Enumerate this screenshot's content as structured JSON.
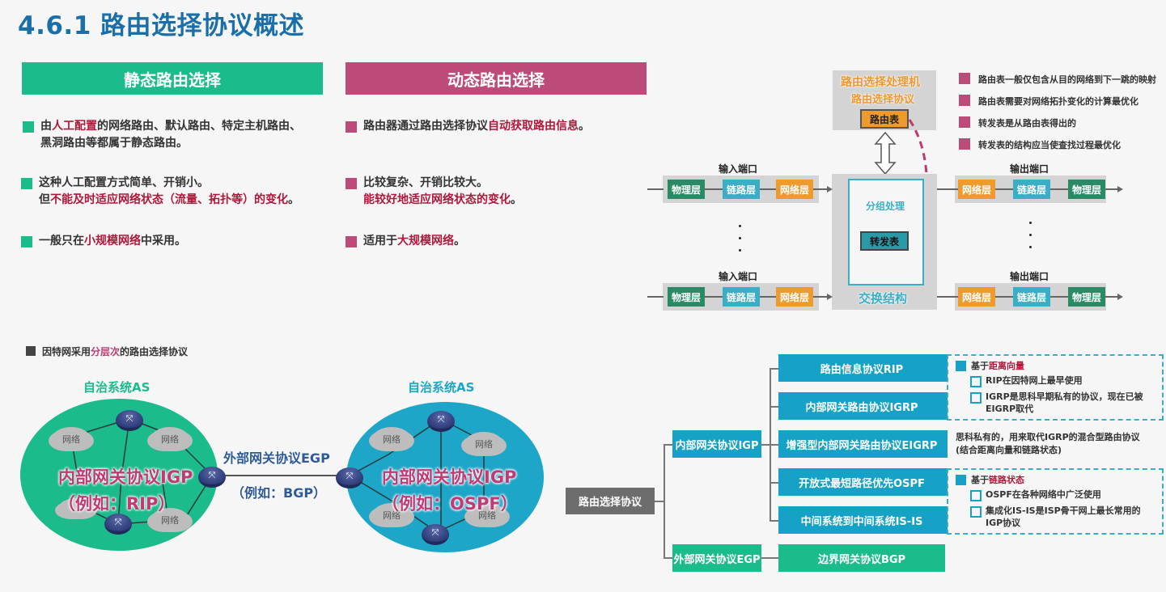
{
  "title": "4.6.1 路由选择协议概述",
  "static": {
    "header": "静态路由选择",
    "bullets": [
      {
        "pre": "由",
        "hl": "人工配置",
        "post": "的网络路由、默认路由、特定主机路由、",
        "line2": "黑洞路由等都属于静态路由。"
      },
      {
        "line1": "这种人工配置方式简单、开销小。",
        "pre2": "但",
        "hl2": "不能及时适应网络状态（流量、拓扑等）的变化",
        "post2": "。"
      },
      {
        "pre": "一般只在",
        "hl": "小规模网络",
        "post": "中采用。"
      }
    ]
  },
  "dynamic": {
    "header": "动态路由选择",
    "bullets": [
      {
        "pre": "路由器通过路由选择协议",
        "hl": "自动获取路由信息",
        "post": "。"
      },
      {
        "line1": "比较复杂、开销比较大。",
        "hl2": "能较好地适应网络状态的变化",
        "post2": "。"
      },
      {
        "pre": "适用于",
        "hl": "大规模网络",
        "post": "。"
      }
    ]
  },
  "router_diagram": {
    "processor_title": "路由选择处理机",
    "protocol_label": "路由选择协议",
    "routing_table": "路由表",
    "packet_processing": "分组处理",
    "forwarding_table": "转发表",
    "switch_fabric": "交换结构",
    "input_port": "输入端口",
    "output_port": "输出端口",
    "layers": {
      "physical": "物理层",
      "link": "链路层",
      "network": "网络层"
    },
    "dots": "·",
    "notes": [
      "路由表一般仅包含从目的网络到下一跳的映射",
      "路由表需要对网络拓扑变化的计算最优化",
      "转发表是从路由表得出的",
      "转发表的结构应当使查找过程最优化"
    ],
    "colors": {
      "physical": "#2a8a66",
      "link": "#3aaec6",
      "network": "#ef9a2d",
      "note_square": "#bd4b7a"
    }
  },
  "hierarchy": {
    "caption_pre": "因特网采用",
    "caption_hl": "分层次",
    "caption_post": "的路由选择协议",
    "as_label": "自治系统AS",
    "network_label": "网络",
    "router_glyph": "⤧",
    "left_as": {
      "igp": "内部网关协议IGP",
      "example": "（例如：RIP）",
      "color": "#1bbb8c"
    },
    "right_as": {
      "igp": "内部网关协议IGP",
      "example": "（例如：OSPF）",
      "color": "#1ea6c8"
    },
    "egp": "外部网关协议EGP",
    "egp_example": "（例如：BGP）"
  },
  "tree": {
    "root": "路由选择协议",
    "igp": "内部网关协议IGP",
    "egp": "外部网关协议EGP",
    "igp_children": [
      "路由信息协议RIP",
      "内部网关路由协议IGRP",
      "增强型内部网关路由协议EIGRP",
      "开放式最短路径优先OSPF",
      "中间系统到中间系统IS-IS"
    ],
    "egp_children": [
      "边界网关协议BGP"
    ],
    "distance_vector": {
      "pre": "基于",
      "hl": "距离向量",
      "items": [
        "RIP在因特网上最早使用",
        "IGRP是思科早期私有的协议，现在已被",
        "EIGRP取代"
      ]
    },
    "eigrp_note": [
      "思科私有的，用来取代IGRP的混合型路由协议",
      "(结合距离向量和链路状态)"
    ],
    "link_state": {
      "pre": "基于",
      "hl": "链路状态",
      "items": [
        "OSPF在各种网络中广泛使用",
        "集成化IS-IS是ISP骨干网上最长常用的",
        "IGP协议"
      ]
    }
  }
}
